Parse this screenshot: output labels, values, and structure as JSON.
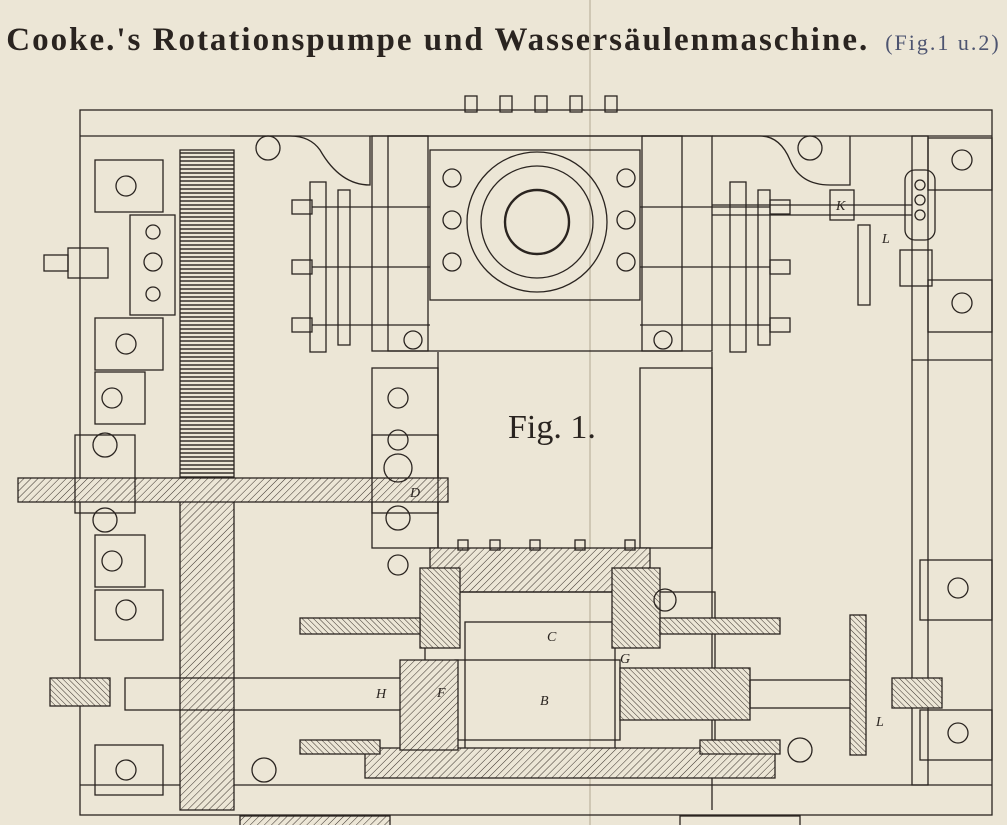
{
  "plate": {
    "title": "Cooke.'s Rotationspumpe und Wassersäulenmaschine.",
    "title_ref": "(Fig.1 u.2)",
    "figure_label": "Fig. 1.",
    "part_labels": {
      "B": "B",
      "C": "C",
      "D": "D",
      "F": "F",
      "G": "G",
      "H": "H",
      "K": "K",
      "L_upper": "L",
      "L_lower": "L"
    }
  },
  "colors": {
    "paper": "#ece6d6",
    "ink": "#2a2420",
    "title_ref": "#4d5470"
  }
}
